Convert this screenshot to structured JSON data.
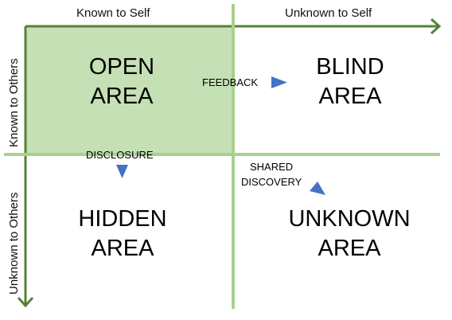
{
  "axes": {
    "top_left": "Known to Self",
    "top_right": "Unknown to Self",
    "left_top": "Known to Others",
    "left_bottom": "Unknown to Others"
  },
  "quadrants": {
    "open": {
      "line1": "OPEN",
      "line2": "AREA"
    },
    "blind": {
      "line1": "BLIND",
      "line2": "AREA"
    },
    "hidden": {
      "line1": "HIDDEN",
      "line2": "AREA"
    },
    "unknown": {
      "line1": "UNKNOWN",
      "line2": "AREA"
    }
  },
  "arrows": {
    "feedback": "FEEDBACK",
    "disclosure": "DISCLOSURE",
    "shared_line1": "SHARED",
    "shared_line2": "DISCOVERY"
  },
  "colors": {
    "grid_line": "#a9d18e",
    "open_fill": "#c5e0b4",
    "arrow": "#548235",
    "triangle": "#4472c4"
  }
}
